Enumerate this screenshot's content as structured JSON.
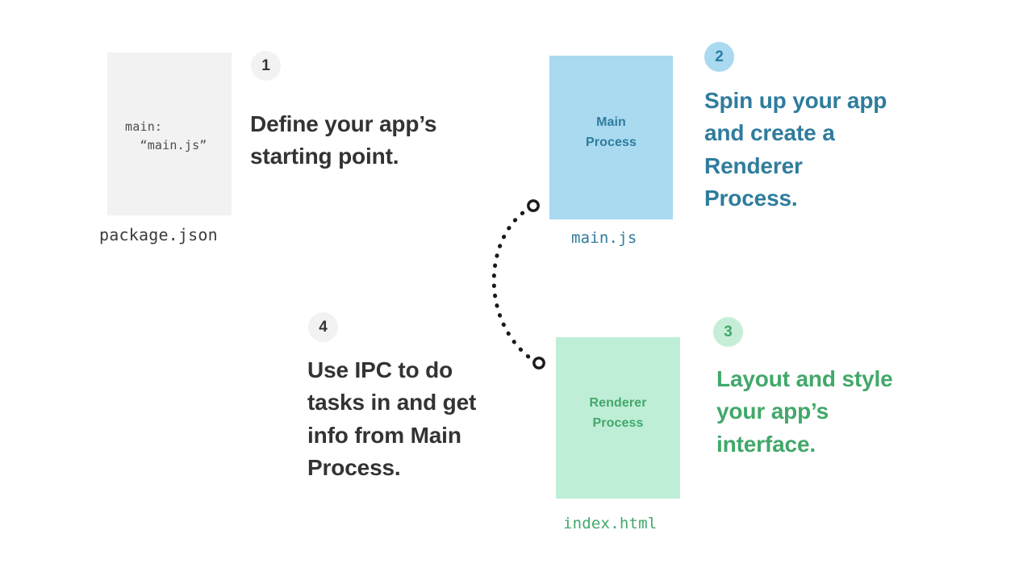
{
  "diagram": {
    "title": "Electron app architecture steps",
    "background": "#ffffff",
    "colors": {
      "blue_fill": "#a9daf0",
      "blue_text": "#2f7c9d",
      "blue_badge_fill": "#a9daf0",
      "green_fill": "#bfeed7",
      "green_text": "#42a86a",
      "green_badge_fill": "#c6eed7",
      "neutral_fill": "#f2f2f2",
      "neutral_text": "#333333",
      "connector": "#1a1a1a"
    }
  },
  "steps": [
    {
      "number": "1",
      "heading": "Define your app’s\nstarting point.",
      "badge_style": "neutral",
      "heading_color": "#333333"
    },
    {
      "number": "2",
      "heading": "Spin up your app\nand create a\nRenderer\nProcess.",
      "badge_style": "blue",
      "heading_color": "#2f7c9d"
    },
    {
      "number": "3",
      "heading": "Layout and style\nyour app’s\ninterface.",
      "badge_style": "green",
      "heading_color": "#42a86a"
    },
    {
      "number": "4",
      "heading": "Use IPC to do\ntasks in and get\ninfo from Main\nProcess.",
      "badge_style": "neutral",
      "heading_color": "#333333"
    }
  ],
  "package_card": {
    "code": "main:\n  “main.js”",
    "caption": "package.json"
  },
  "main_process": {
    "label": "Main\nProcess",
    "caption": "main.js"
  },
  "renderer_process": {
    "label": "Renderer\nProcess",
    "caption": "index.html"
  },
  "connector": {
    "style": "dotted-curve",
    "from": "main-process-box",
    "to": "renderer-process-box",
    "endpoint_top": "ring",
    "endpoint_bottom": "ring"
  }
}
